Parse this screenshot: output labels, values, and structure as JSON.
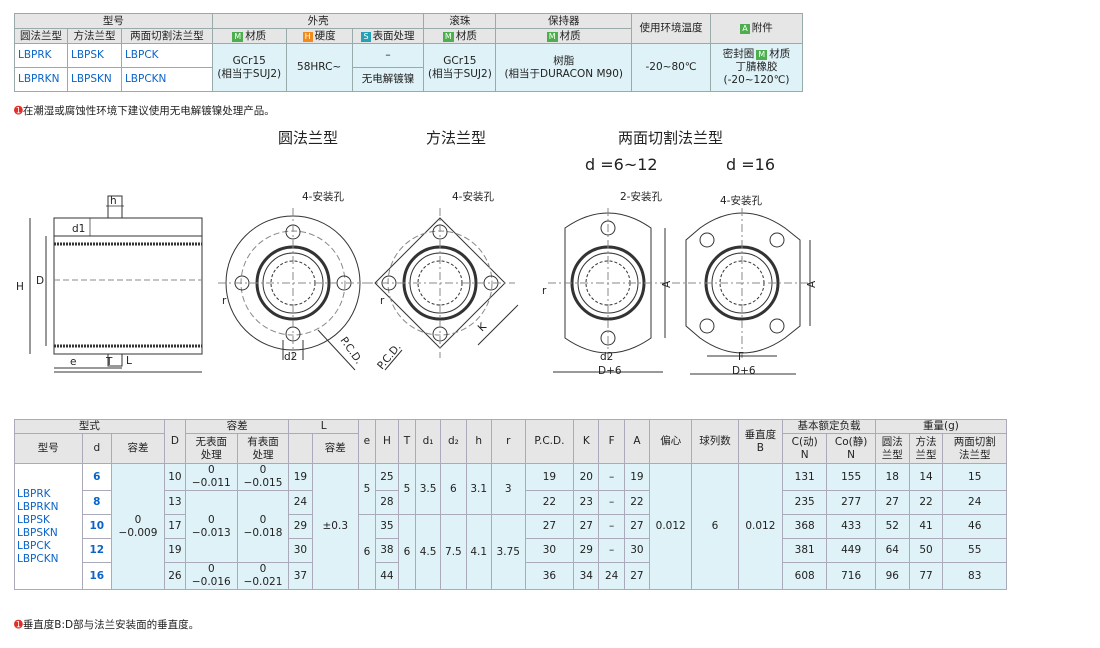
{
  "spec": {
    "h_model": "型号",
    "h_housing": "外壳",
    "h_ball": "滚珠",
    "h_retainer": "保持器",
    "h_env": "使用环境温度",
    "h_acc": "附件",
    "acc_tag": "A",
    "h_round": "圆法兰型",
    "h_square": "方法兰型",
    "h_twoside": "两面切割法兰型",
    "tag_m": "M",
    "tag_h": "H",
    "tag_s": "S",
    "h_material": "材质",
    "h_hardness": "硬度",
    "h_surface": "表面处理",
    "r1": [
      "LBPRK",
      "LBPSK",
      "LBPCK"
    ],
    "r2": [
      "LBPRKN",
      "LBPSKN",
      "LBPCKN"
    ],
    "housing_mat1": "GCr15",
    "housing_mat2": "(相当于SUJ2)",
    "hardness": "58HRC~",
    "surface_dash": "–",
    "surface_ni": "无电解镀镍",
    "ball_mat1": "GCr15",
    "ball_mat2": "(相当于SUJ2)",
    "ret_mat1": "树脂",
    "ret_mat2": "(相当于DURACON M90)",
    "env": "-20~80℃",
    "acc1a": "密封圈",
    "acc1b": "材质",
    "acc2": "丁腈橡胶",
    "acc3": "(-20~120℃)"
  },
  "note1": "在潮湿或腐蚀性环境下建议使用无电解镀镍处理产品。",
  "titles": {
    "round": "圆法兰型",
    "square": "方法兰型",
    "two": "两面切割法兰型",
    "d1": "d =6~12",
    "d2": "d =16"
  },
  "labels": {
    "holes4": "4-安装孔",
    "holes2": "2-安装孔",
    "H": "H",
    "D": "D",
    "d1": "d1",
    "h": "h",
    "e": "e",
    "T": "T",
    "L": "L",
    "r": "r",
    "d2": "d2",
    "PCD": "P.C.D.",
    "K": "K",
    "A": "A",
    "F": "F",
    "D6": "D+6",
    "dd": "d"
  },
  "table": {
    "h_type": "型式",
    "h_tol": "容差",
    "h_L": "L",
    "h_model": "型号",
    "h_d": "d",
    "h_tol2": "容差",
    "h_D": "D",
    "h_nosurf1": "无表面",
    "h_nosurf2": "处理",
    "h_surf1": "有表面",
    "h_surf2": "处理",
    "h_Ltol": "容差",
    "h_e": "e",
    "h_H": "H",
    "h_T": "T",
    "h_d1": "d₁",
    "h_d2": "d₂",
    "h_h": "h",
    "h_r": "r",
    "h_pcd": "P.C.D.",
    "h_K": "K",
    "h_F": "F",
    "h_A": "A",
    "h_ecc": "偏心",
    "h_rows": "球列数",
    "h_perp1": "垂直度",
    "h_perp2": "B",
    "h_load": "基本额定负载",
    "h_C": "C(动)",
    "h_Co": "Co(静)",
    "h_N": "N",
    "h_weight": "重量(g)",
    "h_wr1": "圆法",
    "h_wr2": "兰型",
    "h_ws1": "方法",
    "h_ws2": "兰型",
    "h_wt1": "两面切割",
    "h_wt2": "法兰型",
    "models": [
      "LBPRK",
      "LBPRKN",
      "LBPSK",
      "LBPSKN",
      "LBPCK",
      "LBPCKN"
    ],
    "dtol1": "0",
    "dtol2": "−0.009",
    "tolA1": "0",
    "tolA2": "−0.011",
    "tolB1": "0",
    "tolB2": "−0.015",
    "tolC1": "0",
    "tolC2": "−0.013",
    "tolD1": "0",
    "tolD2": "−0.018",
    "tolE1": "0",
    "tolE2": "−0.016",
    "tolF1": "0",
    "tolF2": "−0.021",
    "Ltol": "±0.3",
    "ecc": "0.012",
    "rows": "6",
    "perp": "0.012",
    "e_a": "5",
    "e_b": "6",
    "T_a": "5",
    "T_b": "6",
    "d1_a": "3.5",
    "d1_b": "4.5",
    "d2_a": "6",
    "d2_b": "7.5",
    "h_a": "3.1",
    "h_b": "4.1",
    "r_a": "3",
    "r_b": "3.75",
    "rows_data": [
      {
        "d": "6",
        "D": "10",
        "L": "19",
        "H": "25",
        "pcd": "19",
        "K": "20",
        "F": "–",
        "A": "19",
        "C": "131",
        "Co": "155",
        "wr": "18",
        "ws": "14",
        "wt": "15"
      },
      {
        "d": "8",
        "D": "13",
        "L": "24",
        "H": "28",
        "pcd": "22",
        "K": "23",
        "F": "–",
        "A": "22",
        "C": "235",
        "Co": "277",
        "wr": "27",
        "ws": "22",
        "wt": "24"
      },
      {
        "d": "10",
        "D": "17",
        "L": "29",
        "H": "35",
        "pcd": "27",
        "K": "27",
        "F": "–",
        "A": "27",
        "C": "368",
        "Co": "433",
        "wr": "52",
        "ws": "41",
        "wt": "46"
      },
      {
        "d": "12",
        "D": "19",
        "L": "30",
        "H": "38",
        "pcd": "30",
        "K": "29",
        "F": "–",
        "A": "30",
        "C": "381",
        "Co": "449",
        "wr": "64",
        "ws": "50",
        "wt": "55"
      },
      {
        "d": "16",
        "D": "26",
        "L": "37",
        "H": "44",
        "pcd": "36",
        "K": "34",
        "F": "24",
        "A": "27",
        "C": "608",
        "Co": "716",
        "wr": "96",
        "ws": "77",
        "wt": "83"
      }
    ]
  },
  "note2": "垂直度B:D部与法兰安装面的垂直度。",
  "colors": {
    "cyan": "#dff2f7",
    "header": "#e6e6e6",
    "blue": "#0a64c8",
    "tag_green": "#4cae4c",
    "tag_orange": "#f08a1c",
    "tag_teal": "#25a0b5",
    "note_icon": "#e0302a"
  }
}
